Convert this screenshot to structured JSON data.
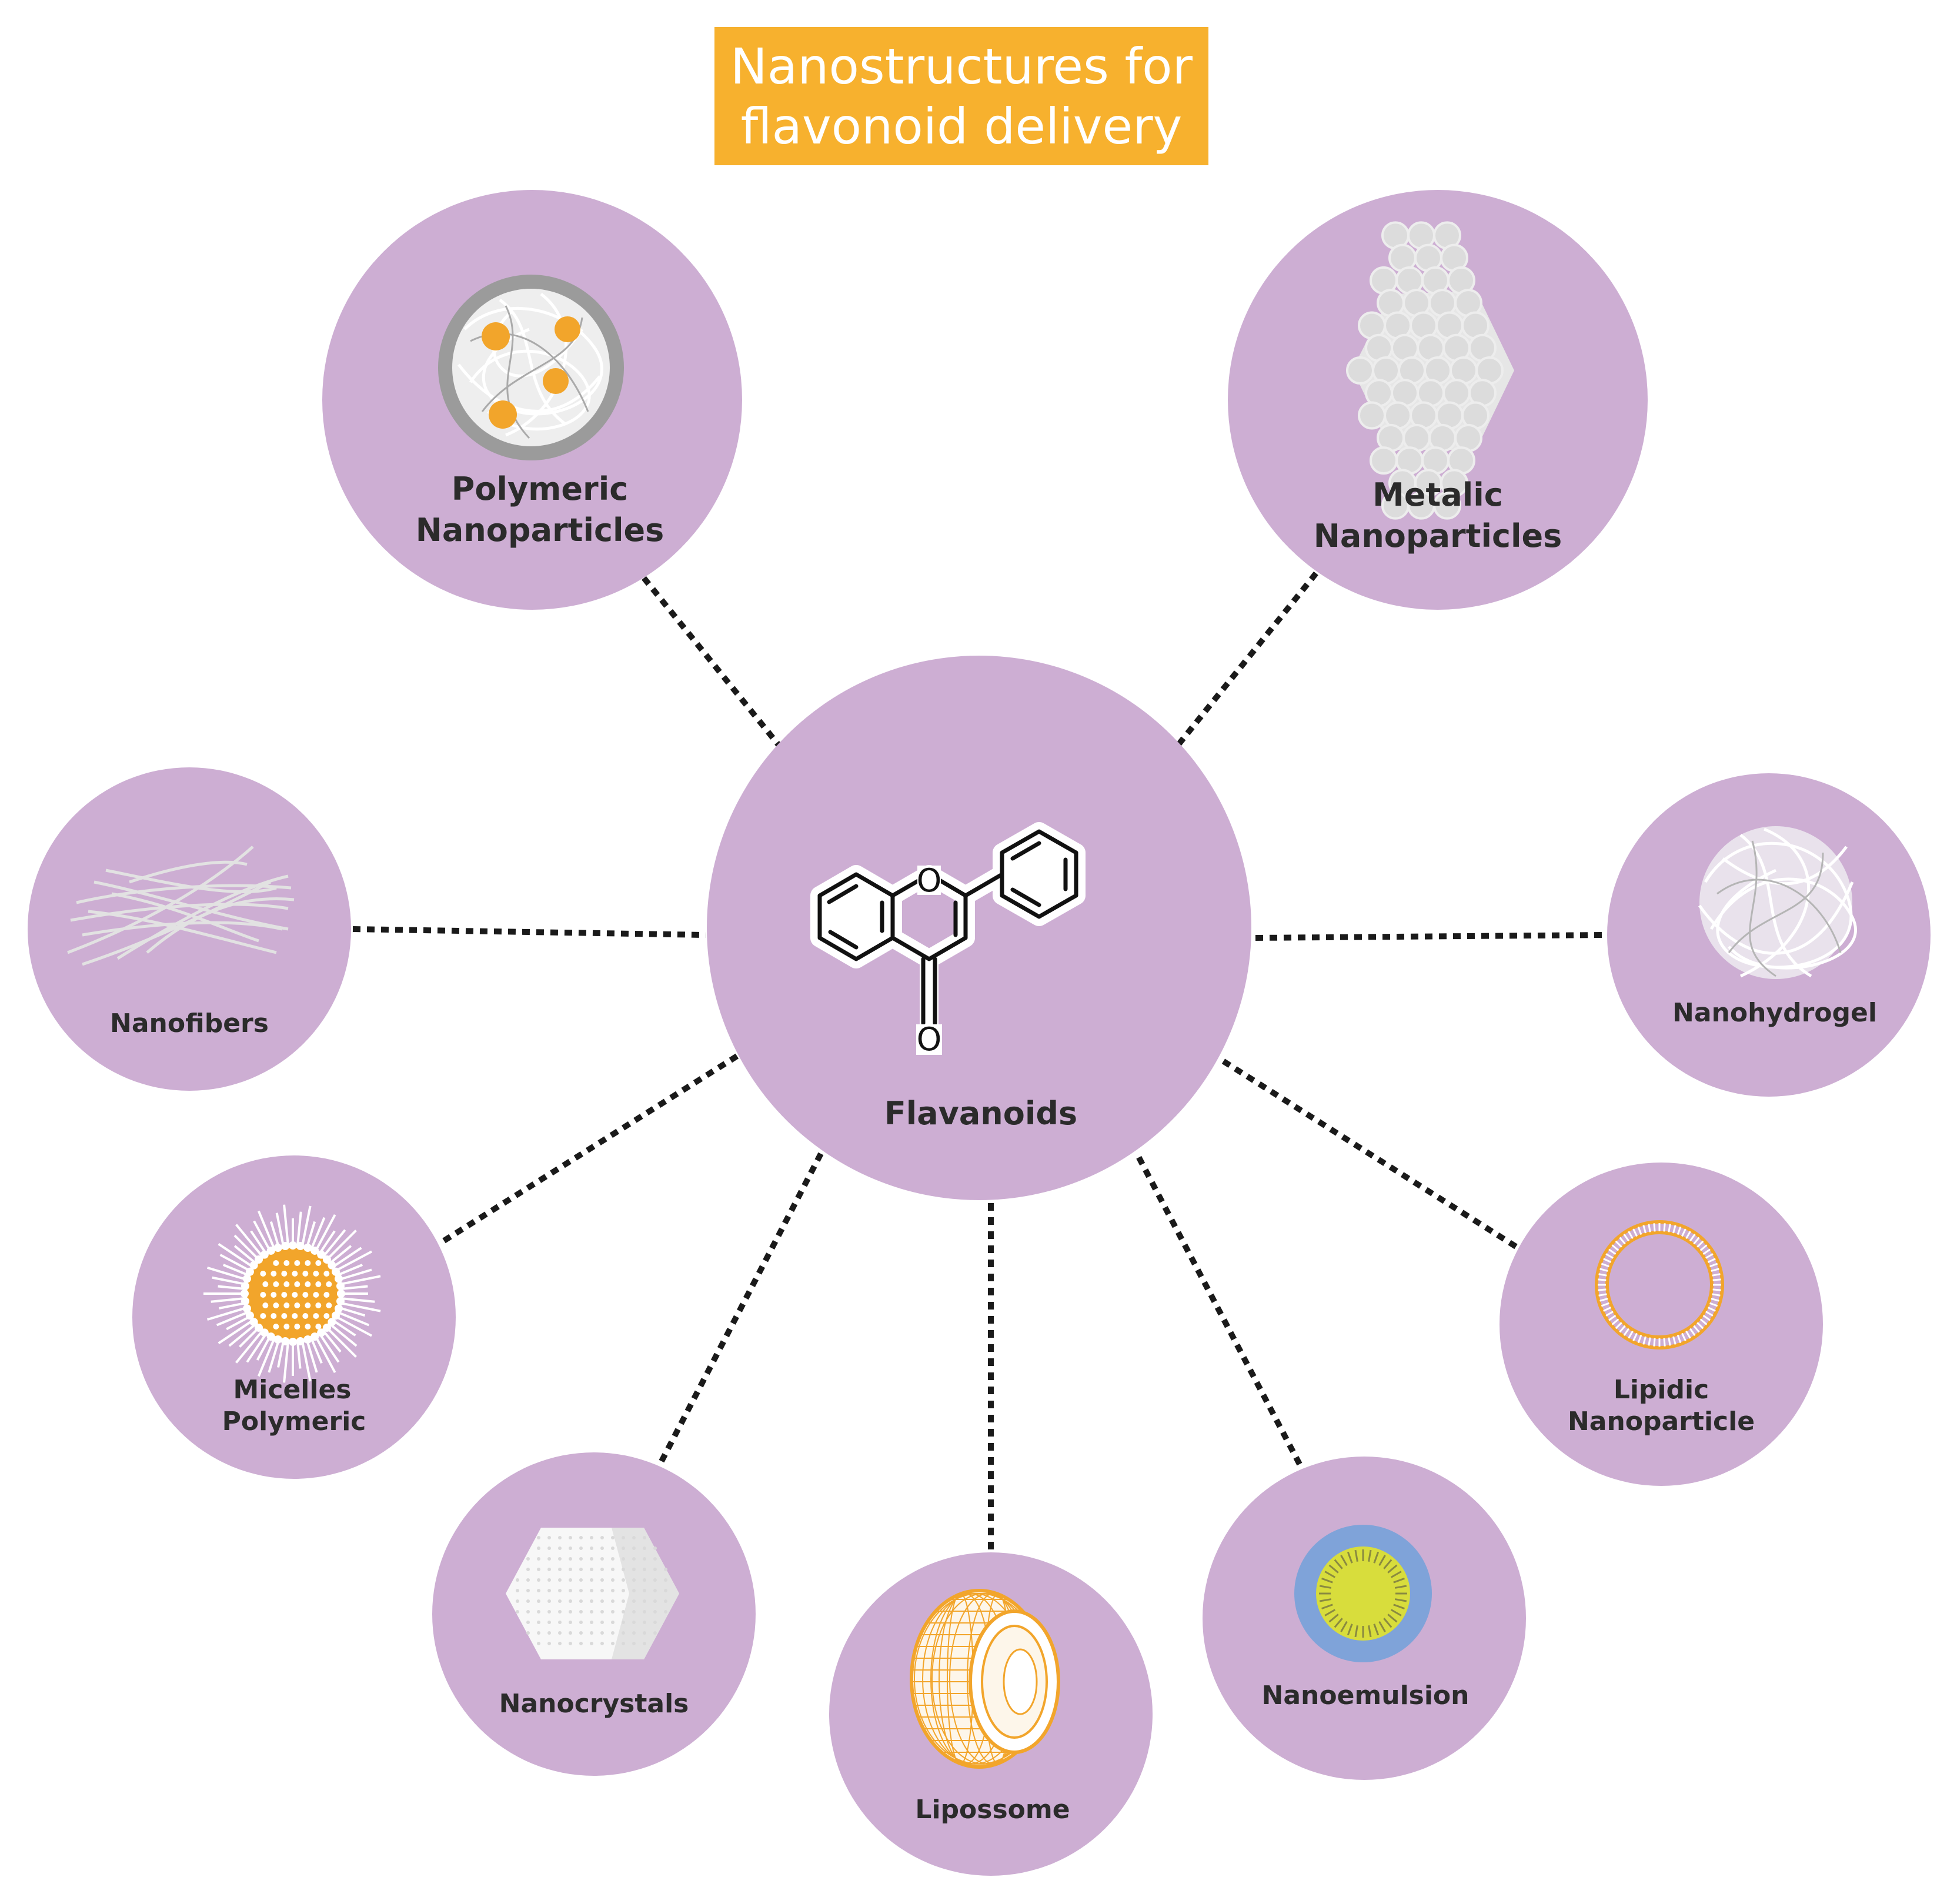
{
  "title": {
    "line1": "Nanostructures for",
    "line2": "flavonoid delivery"
  },
  "colors": {
    "title_bg": "#f7b12e",
    "title_text": "#ffffff",
    "circle_fill": "#cdaed3",
    "connector": "#1a1a1a",
    "accent_orange": "#f2a52b"
  },
  "center": {
    "label": "Flavanoids",
    "atoms": [
      "O",
      "O"
    ]
  },
  "nodes": [
    {
      "id": "polymeric",
      "label_lines": [
        "Polymeric",
        "Nanoparticles"
      ],
      "icon": "polymer-ball-icon"
    },
    {
      "id": "metalic",
      "label_lines": [
        "Metalic",
        "Nanoparticles"
      ],
      "icon": "metal-cluster-icon"
    },
    {
      "id": "nanofibers",
      "label_lines": [
        "Nanofibers"
      ],
      "icon": "fiber-mesh-icon"
    },
    {
      "id": "nanohydrogel",
      "label_lines": [
        "Nanohydrogel"
      ],
      "icon": "hydrogel-tangle-icon"
    },
    {
      "id": "micelles",
      "label_lines": [
        "Micelles",
        "Polymeric"
      ],
      "icon": "micelle-icon"
    },
    {
      "id": "lipidic",
      "label_lines": [
        "Lipidic",
        "Nanoparticle"
      ],
      "icon": "lipid-ring-icon"
    },
    {
      "id": "nanocrystals",
      "label_lines": [
        "Nanocrystals"
      ],
      "icon": "crystal-hexagon-icon"
    },
    {
      "id": "lipossome",
      "label_lines": [
        "Lipossome"
      ],
      "icon": "liposome-icon"
    },
    {
      "id": "nanoemulsion",
      "label_lines": [
        "Nanoemulsion"
      ],
      "icon": "emulsion-droplet-icon"
    }
  ]
}
